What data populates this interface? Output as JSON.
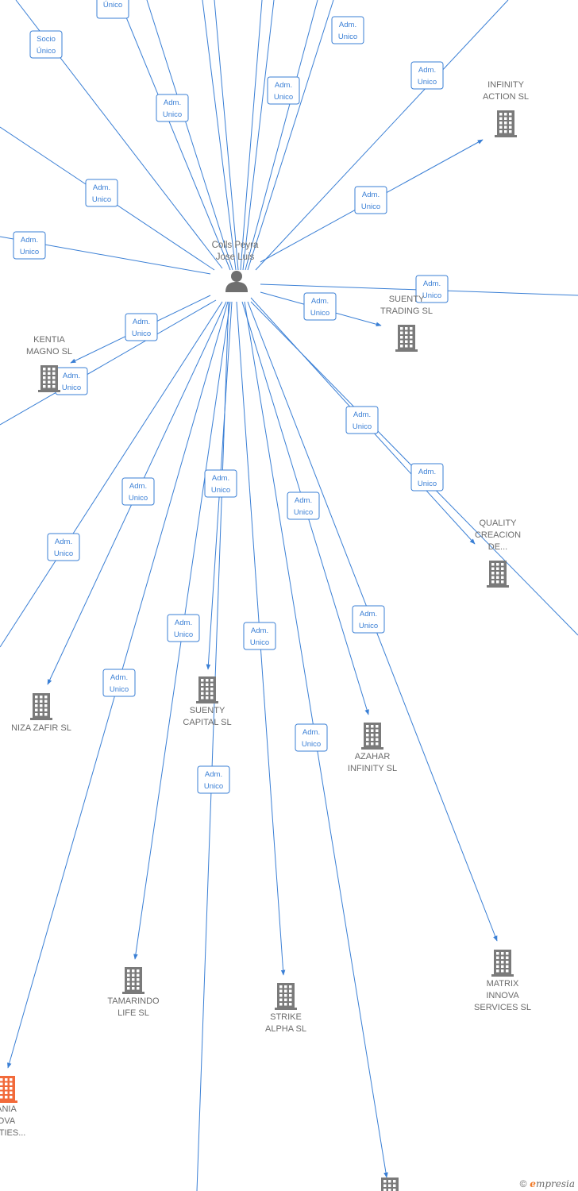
{
  "person": {
    "name_line1": "Colls Peyra",
    "name_line2": "Jose Luis"
  },
  "colors": {
    "edge": "#3a7fd5",
    "building": "#7a7a7a",
    "building_highlight": "#f26a3a",
    "label": "#6b6b6b"
  },
  "companies": [
    {
      "id": "infinity",
      "lines": [
        "INFINITY",
        "ACTION SL"
      ],
      "highlight": false
    },
    {
      "id": "suenty-trading",
      "lines": [
        "SUENTY",
        "TRADING SL"
      ],
      "highlight": false
    },
    {
      "id": "kentia",
      "lines": [
        "KENTIA",
        "MAGNO SL"
      ],
      "highlight": false
    },
    {
      "id": "quality",
      "lines": [
        "QUALITY",
        "CREACION",
        "DE..."
      ],
      "highlight": false
    },
    {
      "id": "niza",
      "lines": [
        "NIZA ZAFIR SL"
      ],
      "highlight": false
    },
    {
      "id": "suenty-capital",
      "lines": [
        "SUENTY",
        "CAPITAL SL"
      ],
      "highlight": false
    },
    {
      "id": "azahar",
      "lines": [
        "AZAHAR",
        "INFINITY SL"
      ],
      "highlight": false
    },
    {
      "id": "tamarindo",
      "lines": [
        "TAMARINDO",
        "LIFE SL"
      ],
      "highlight": false
    },
    {
      "id": "strike",
      "lines": [
        "STRIKE",
        "ALPHA SL"
      ],
      "highlight": false
    },
    {
      "id": "matrix",
      "lines": [
        "MATRIX",
        "INNOVA",
        "SERVICES SL"
      ],
      "highlight": false
    },
    {
      "id": "ania",
      "lines": [
        "ANIA",
        "OVA",
        "ERTIES..."
      ],
      "highlight": true
    },
    {
      "id": "bottom",
      "lines": [],
      "highlight": false
    }
  ],
  "relations": [
    {
      "lines": [
        "Único"
      ]
    },
    {
      "lines": [
        "Socio",
        "Único"
      ]
    },
    {
      "lines": [
        "Adm.",
        "Unico"
      ]
    },
    {
      "lines": [
        "Adm.",
        "Unico"
      ]
    },
    {
      "lines": [
        "Adm.",
        "Unico"
      ]
    },
    {
      "lines": [
        "Adm.",
        "Unico"
      ]
    },
    {
      "lines": [
        "Adm.",
        "Unico"
      ]
    },
    {
      "lines": [
        "Adm.",
        "Unico"
      ]
    },
    {
      "lines": [
        "Adm.",
        "Unico"
      ]
    },
    {
      "lines": [
        "Adm.",
        "Unico"
      ]
    },
    {
      "lines": [
        "Adm.",
        "Unico"
      ]
    },
    {
      "lines": [
        "Adm.",
        "Unico"
      ]
    },
    {
      "lines": [
        "Adm.",
        "Unico"
      ]
    },
    {
      "lines": [
        "Adm.",
        "Unico"
      ]
    },
    {
      "lines": [
        "Adm.",
        "Unico"
      ]
    },
    {
      "lines": [
        "Adm.",
        "Unico"
      ]
    },
    {
      "lines": [
        "Adm.",
        "Unico"
      ]
    },
    {
      "lines": [
        "Adm.",
        "Unico"
      ]
    },
    {
      "lines": [
        "Adm.",
        "Unico"
      ]
    },
    {
      "lines": [
        "Adm.",
        "Unico"
      ]
    },
    {
      "lines": [
        "Adm.",
        "Unico"
      ]
    },
    {
      "lines": [
        "Adm.",
        "Unico"
      ]
    },
    {
      "lines": [
        "Adm.",
        "Unico"
      ]
    },
    {
      "lines": [
        "Adm.",
        "Unico"
      ]
    },
    {
      "lines": [
        "Adm.",
        "Unico"
      ]
    }
  ],
  "footer": {
    "copyright": "©",
    "brand_initial": "e",
    "brand_rest": "mpresia"
  }
}
